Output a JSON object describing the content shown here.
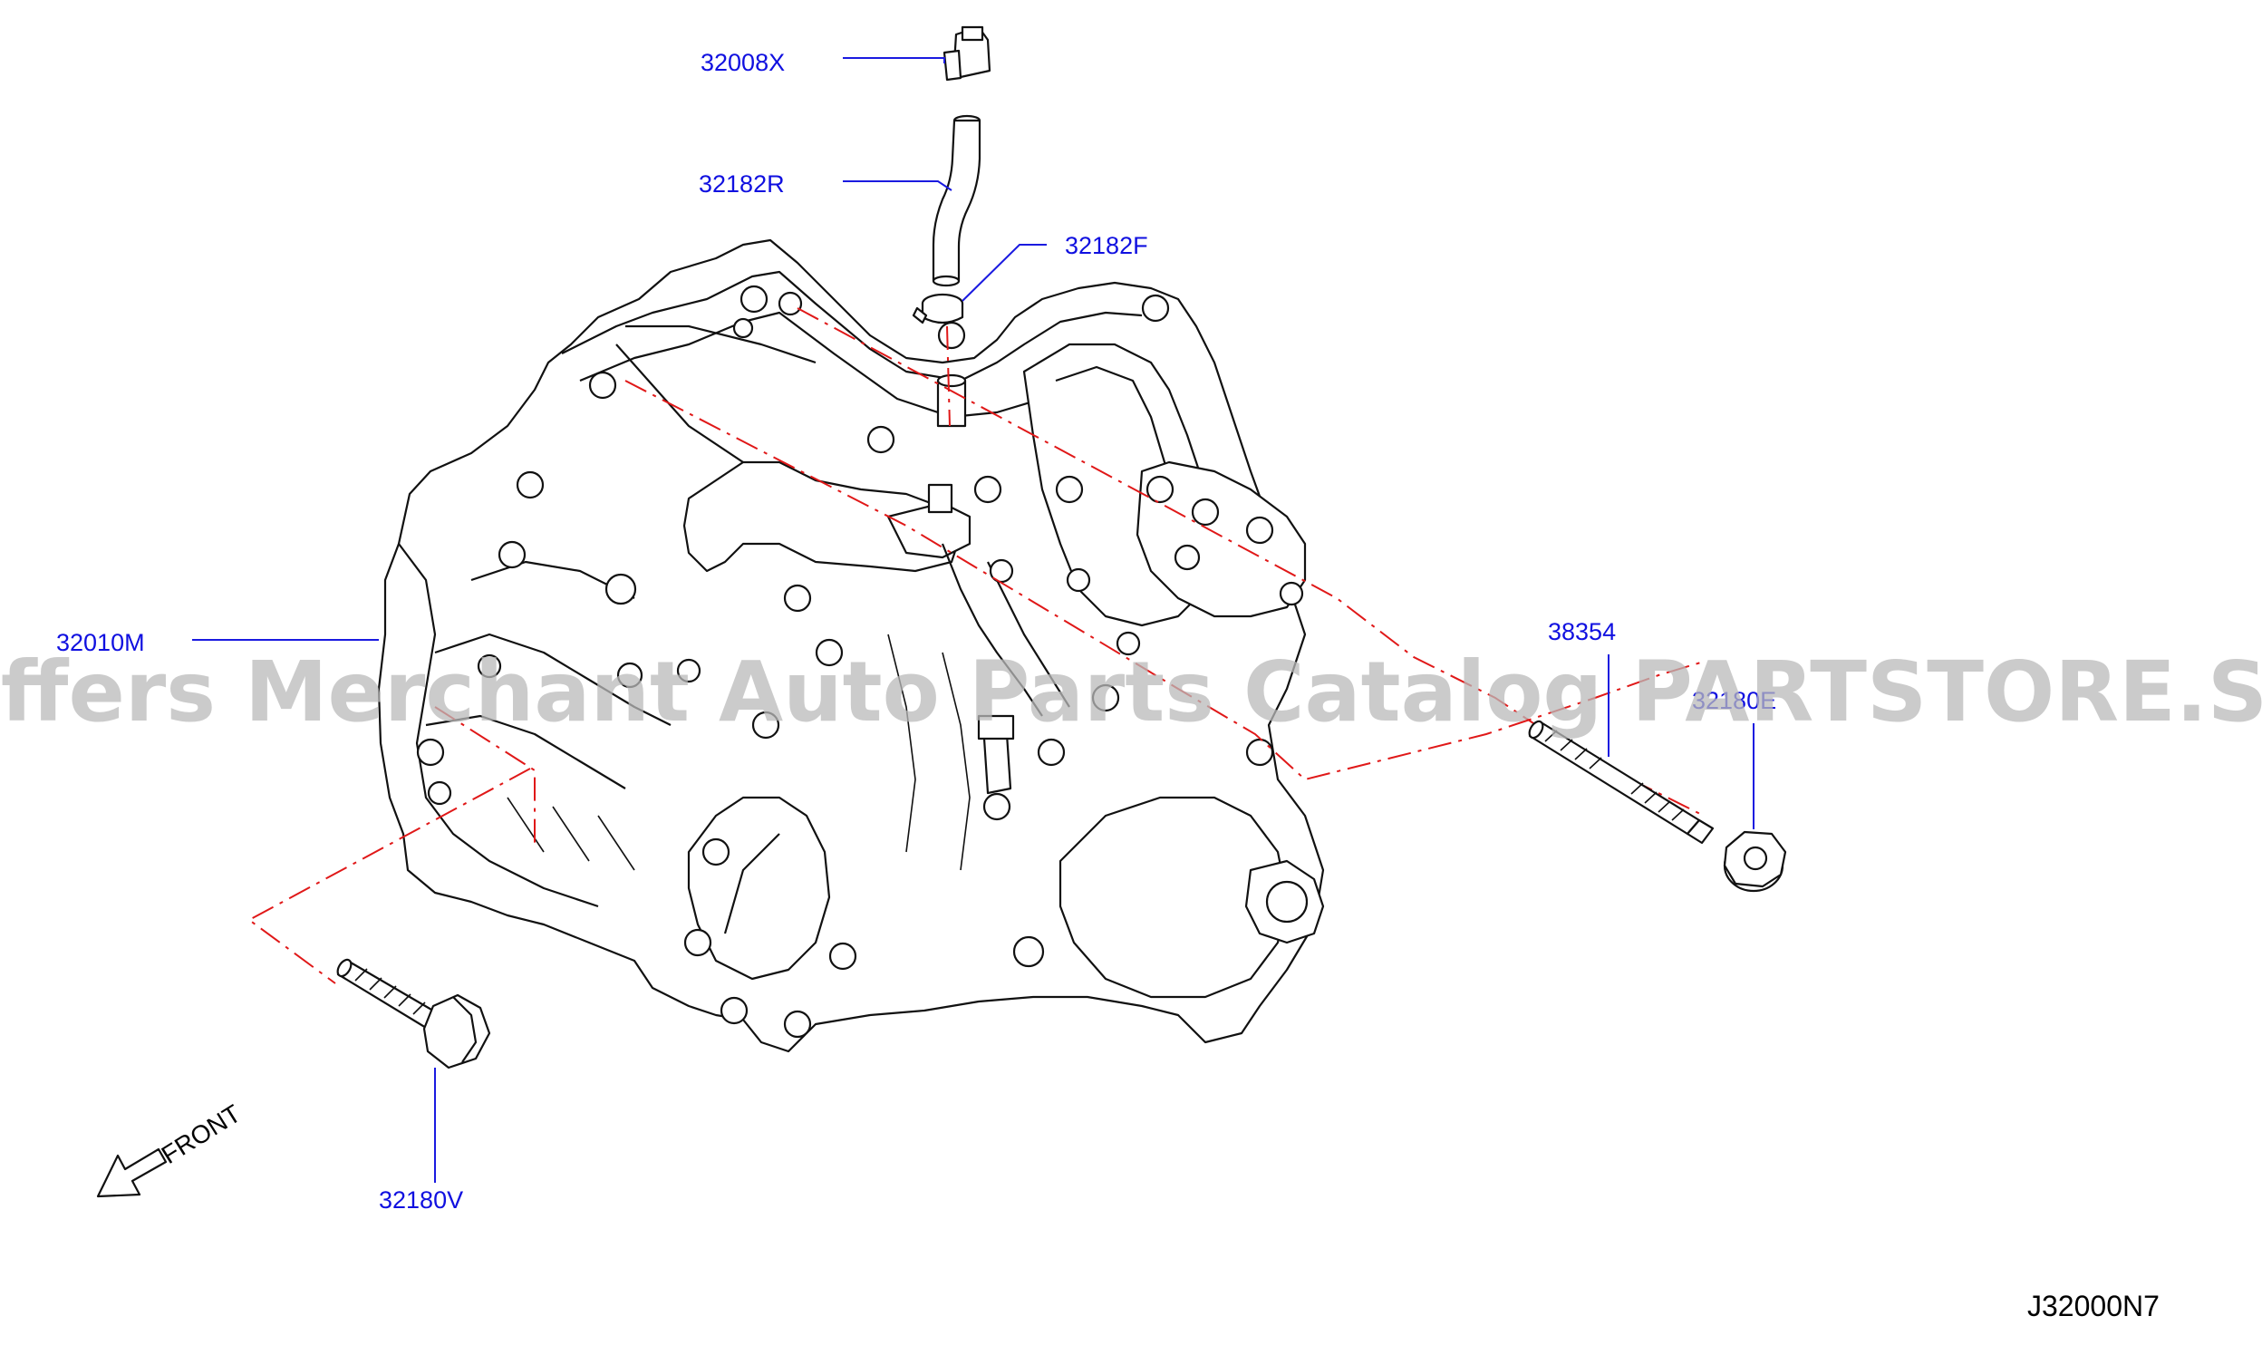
{
  "parts": {
    "p32008X": "32008X",
    "p32182R": "32182R",
    "p32182F": "32182F",
    "p32010M": "32010M",
    "p38354": "38354",
    "p32180E": "32180E",
    "p32180V": "32180V"
  },
  "front_label": "FRONT",
  "diagram_code": "J32000N7",
  "watermark": "Offers Merchant Auto Parts Catalog PARTSTORE.SA",
  "colors": {
    "label": "#1010e0",
    "leader": "#1a1ae0",
    "centerline": "#e01818",
    "watermark": "#b9b9b9"
  }
}
